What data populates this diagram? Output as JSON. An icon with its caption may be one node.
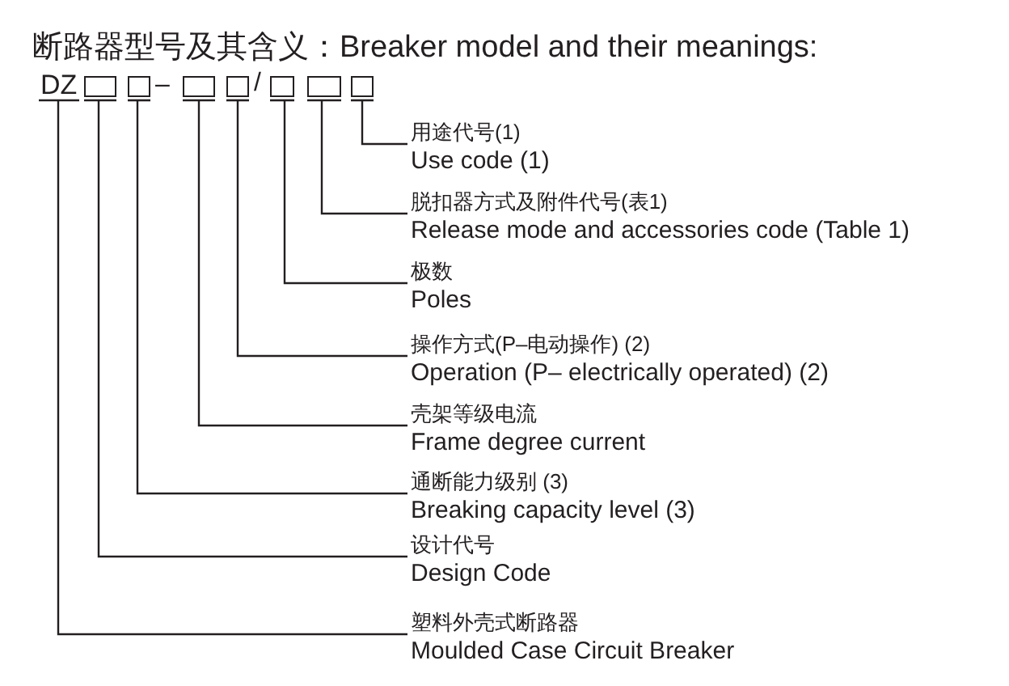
{
  "diagram": {
    "title": "断路器型号及其含义：Breaker model and their meanings:",
    "nodes": [
      {
        "text": [
          "DZ"
        ]
      },
      {
        "text": [],
        "shape": "box"
      },
      {
        "text": [],
        "shape": "box"
      },
      {
        "text": [],
        "shape": "box"
      },
      {
        "text": [],
        "shape": "box"
      },
      {
        "text": [],
        "shape": "box"
      },
      {
        "text": [],
        "shape": "box"
      },
      {
        "text": [],
        "shape": "box"
      },
      {
        "text": [
          "用途代号(1)",
          "Use code (1)"
        ]
      },
      {
        "text": [
          "脱扣器方式及附件代号(表1)",
          "Release mode and accessories code (Table 1)"
        ]
      },
      {
        "text": [
          "极数",
          "Poles"
        ]
      },
      {
        "text": [
          "操作方式(P–电动操作) (2)",
          "Operation (P– electrically operated) (2)"
        ]
      },
      {
        "text": [
          "壳架等级电流",
          "Frame degree current"
        ]
      },
      {
        "text": [
          "通断能力级别 (3)",
          "Breaking capacity level (3)"
        ]
      },
      {
        "text": [
          "设计代号",
          "Design Code"
        ]
      },
      {
        "text": [
          "塑料外壳式断路器",
          "Moulded Case Circuit Breaker"
        ]
      }
    ],
    "edges": [
      {
        "from": 8,
        "to": 7,
        "arrow": "none"
      },
      {
        "from": 9,
        "to": 6,
        "arrow": "none"
      },
      {
        "from": 10,
        "to": 5,
        "arrow": "none"
      },
      {
        "from": 11,
        "to": 4,
        "arrow": "none"
      },
      {
        "from": 12,
        "to": 3,
        "arrow": "none"
      },
      {
        "from": 13,
        "to": 2,
        "arrow": "none"
      },
      {
        "from": 14,
        "to": 1,
        "arrow": "none"
      },
      {
        "from": 15,
        "to": 0,
        "arrow": "none"
      }
    ],
    "labels": [
      "–",
      "/"
    ]
  }
}
